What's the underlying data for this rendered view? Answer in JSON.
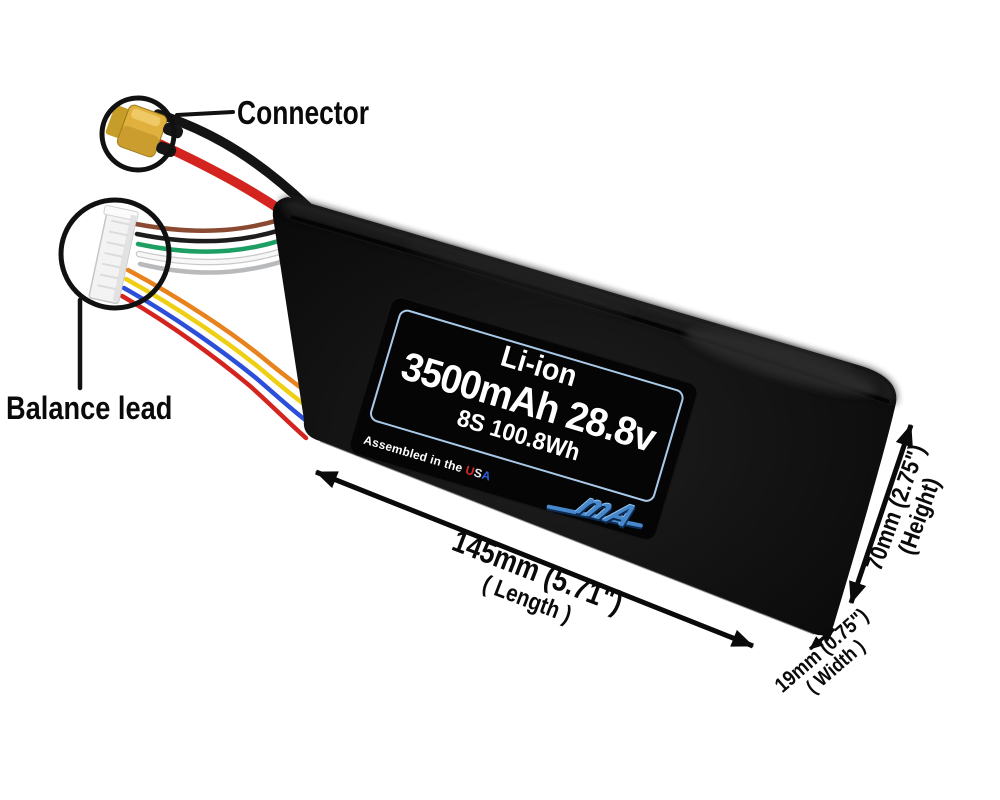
{
  "annotations": {
    "connector": "Connector",
    "balance_lead": "Balance lead"
  },
  "label": {
    "chemistry": "Li-ion",
    "capacity_voltage": "3500mAh 28.8v",
    "config_energy": "8S 100.8Wh",
    "assembled_prefix": "Assembled in the ",
    "usa": {
      "u": "U",
      "s": "S",
      "a": "A"
    },
    "logo": "mA"
  },
  "dimensions": {
    "length": {
      "value": "145mm (5.71\")",
      "name": "( Length )"
    },
    "height": {
      "value": "70mm (2.75\")",
      "name": "(Height)"
    },
    "width": {
      "value": "19mm (0.75\")",
      "name": "( Width )"
    }
  },
  "colors": {
    "battery_body": "#0c0c0c",
    "label_border": "#a9c9e8",
    "label_text": "#ffffff",
    "logo_blue": "#4788cc",
    "usa_u": "#d92b2b",
    "usa_s": "#e8e8ee",
    "usa_a": "#2b5fd9",
    "xt60_yellow": "#e0b13c",
    "annotation_ink": "#0a0a0a",
    "wire_black": "#141414",
    "wire_red": "#d42420",
    "wire_brown": "#8a4a32",
    "wire_dark": "#1d1d1d",
    "wire_green": "#1d9e63",
    "wire_white": "#f7f7f7",
    "wire_white_edge": "#c9c9c9",
    "wire_gray": "#b9babc",
    "wire_orange": "#e8821c",
    "wire_yellow": "#efcf14",
    "wire_blue": "#2b4fd8"
  }
}
